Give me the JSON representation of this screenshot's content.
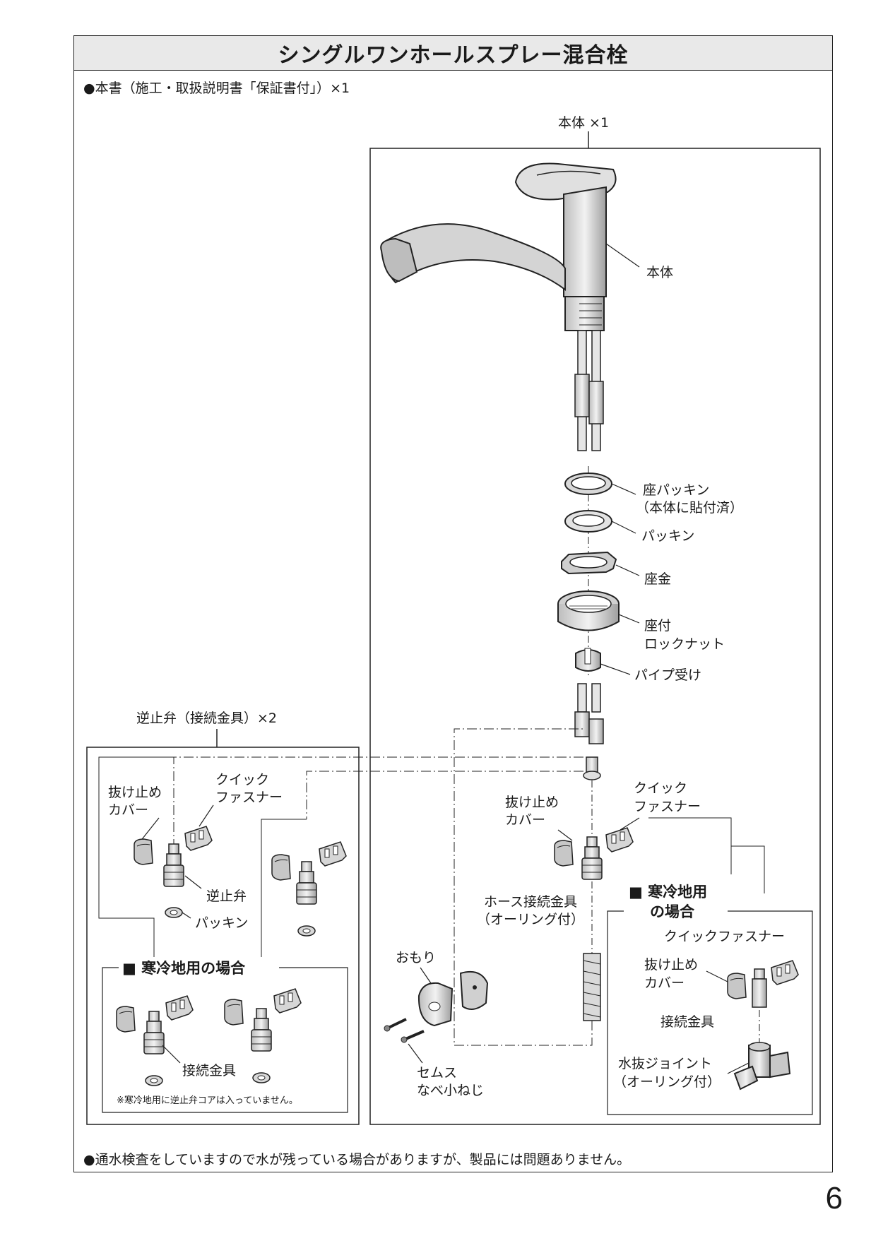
{
  "title": "シングルワンホールスプレー混合栓",
  "page_number": "6",
  "notes": {
    "manual": "●本書（施工・取扱説明書「保証書付」）×1",
    "bottom": "●通水検査をしていますので水が残っている場合がありますが、製品には問題ありません。"
  },
  "main_unit": {
    "heading": "本体 ×1",
    "labels": {
      "body": "本体",
      "seat_packing_1": "座パッキン",
      "seat_packing_2": "（本体に貼付済）",
      "packing": "パッキン",
      "washer": "座金",
      "locknut_1": "座付",
      "locknut_2": "ロックナット",
      "pipe_holder": "パイプ受け",
      "stopper_1": "抜け止め",
      "stopper_2": "カバー",
      "fastener_1": "クイック",
      "fastener_2": "ファスナー",
      "hose_joint_1": "ホース接続金具",
      "hose_joint_2": "（オーリング付）",
      "weight": "おもり",
      "screw_1": "セムス",
      "screw_2": "なべ小ねじ"
    },
    "cold": {
      "heading_1": "■ 寒冷地用",
      "heading_2": "の場合",
      "fastener": "クイックファスナー",
      "stopper_1": "抜け止め",
      "stopper_2": "カバー",
      "fitting": "接続金具",
      "drain_1": "水抜ジョイント",
      "drain_2": "（オーリング付）"
    }
  },
  "check_valve": {
    "heading": "逆止弁（接続金具）×2",
    "labels": {
      "stopper_1": "抜け止め",
      "stopper_2": "カバー",
      "fastener_1": "クイック",
      "fastener_2": "ファスナー",
      "valve": "逆止弁",
      "packing": "パッキン"
    },
    "cold": {
      "heading": "■ 寒冷地用の場合",
      "fitting": "接続金具",
      "footnote": "※寒冷地用に逆止弁コアは入っていません。"
    }
  }
}
